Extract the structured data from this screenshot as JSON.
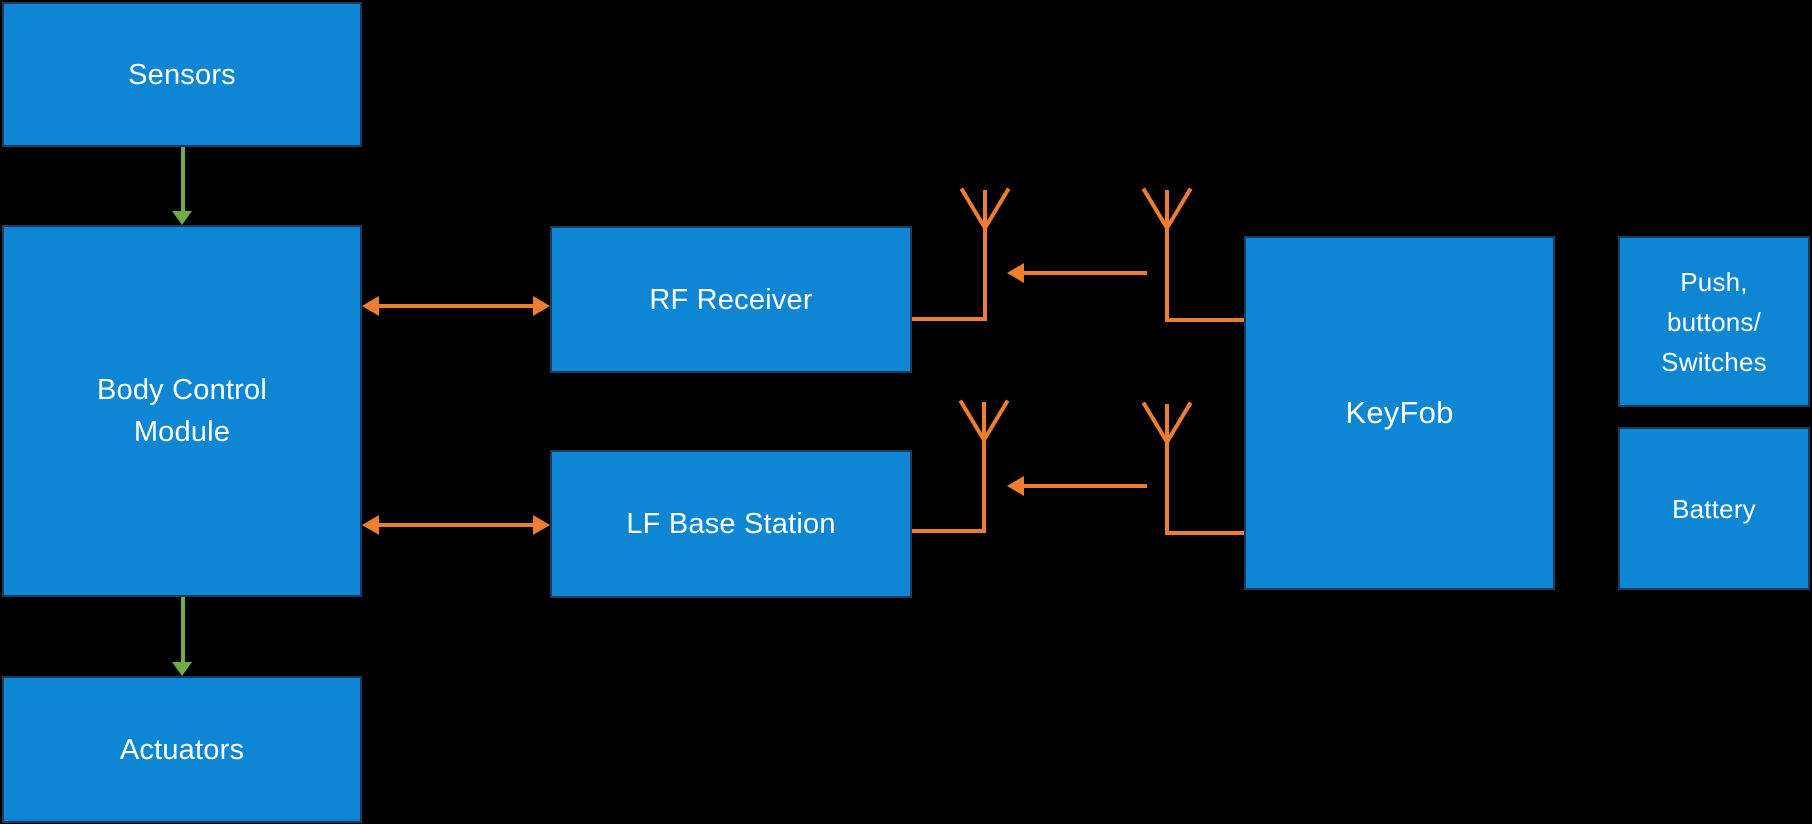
{
  "colors": {
    "background": "#000000",
    "node_fill": "#0E86D4",
    "node_border": "#1B3A60",
    "node_text": "#FFFFFF",
    "connector_orange": "#ED7D31",
    "connector_green": "#70AD47"
  },
  "diagram": {
    "nodes": {
      "sensors": {
        "label": "Sensors"
      },
      "body_control_module": {
        "lines": [
          "Body Control",
          "Module"
        ]
      },
      "actuators": {
        "label": "Actuators"
      },
      "rf_receiver": {
        "label": "RF Receiver"
      },
      "lf_base_station": {
        "label": "LF Base Station"
      },
      "keyfob": {
        "label": "KeyFob"
      },
      "push_buttons_switches": {
        "lines": [
          "Push,",
          "buttons/",
          "Switches"
        ]
      },
      "battery": {
        "label": "Battery"
      }
    }
  }
}
